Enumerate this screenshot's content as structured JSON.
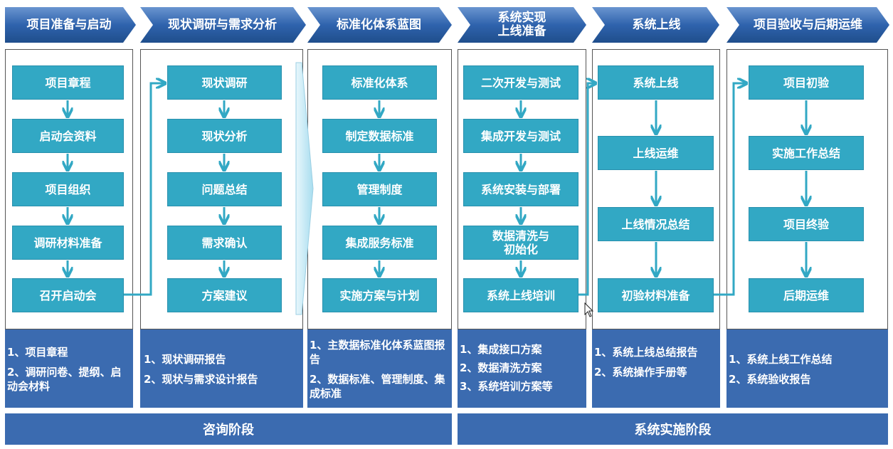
{
  "headers": [
    {
      "lines": [
        "项目准备与启动"
      ]
    },
    {
      "lines": [
        "现状调研与需求分析"
      ]
    },
    {
      "lines": [
        "标准化体系蓝图"
      ]
    },
    {
      "lines": [
        "系统实现",
        "上线准备"
      ]
    },
    {
      "lines": [
        "系统上线"
      ]
    },
    {
      "lines": [
        "项目验收与后期运维"
      ]
    }
  ],
  "columns": [
    {
      "steps": [
        "项目章程",
        "启动会资料",
        "项目组织",
        "调研材料准备",
        "召开启动会"
      ]
    },
    {
      "steps": [
        "现状调研",
        "现状分析",
        "问题总结",
        "需求确认",
        "方案建议"
      ]
    },
    {
      "steps": [
        "标准化体系",
        "制定数据标准",
        "管理制度",
        "集成服务标准",
        "实施方案与计划"
      ]
    },
    {
      "steps": [
        "二次开发与测试",
        "集成开发与测试",
        "系统安装与部署",
        "数据清洗与\n初始化",
        "系统上线培训"
      ]
    },
    {
      "steps": [
        "系统上线",
        "上线运维",
        "上线情况总结",
        "初验材料准备"
      ]
    },
    {
      "steps": [
        "项目初验",
        "实施工作总结",
        "项目终验",
        "后期运维"
      ]
    }
  ],
  "deliverables": [
    [
      "1、项目章程",
      "2、调研问卷、提纲、启动会材料"
    ],
    [
      "1、现状调研报告",
      "2、现状与需求设计报告"
    ],
    [
      "1、主数据标准化体系蓝图报告",
      "2、数据标准、管理制度、集成标准"
    ],
    [
      "1、集成接口方案",
      "2、数据清洗方案",
      "3、系统培训方案等"
    ],
    [
      "1、系统上线总结报告",
      "2、系统操作手册等"
    ],
    [
      "1、系统上线工作总结",
      "2、系统验收报告"
    ]
  ],
  "phases": [
    "咨询阶段",
    "系统实施阶段"
  ],
  "colors": {
    "header_dark": "#1f4e8c",
    "header_light": "#5b86c5",
    "step": "#32a8c4",
    "deliverable": "#3b6bb0",
    "arrow": "#32a8c4"
  }
}
